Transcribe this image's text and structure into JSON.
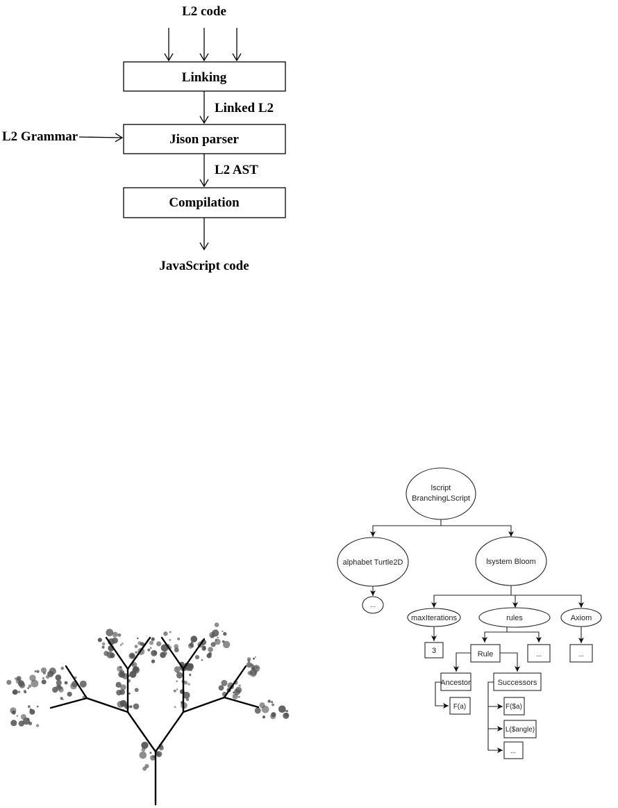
{
  "pipeline": {
    "input_label": "L2 code",
    "grammar_label": "L2 Grammar",
    "stages": [
      "Linking",
      "Jison parser",
      "Compilation"
    ],
    "edge_labels": [
      "Linked L2",
      "L2 AST"
    ],
    "output_label": "JavaScript code"
  },
  "ast_tree": {
    "root_line1": "lscript",
    "root_line2": "BranchingLScript",
    "alphabet": "alphabet Turtle2D",
    "alphabet_child": "...",
    "lsystem": "lsystem Bloom",
    "max_iterations": "maxIterations",
    "max_iterations_value": "3",
    "rules": "rules",
    "rules_more": "...",
    "axiom": "Axiom",
    "axiom_value": "...",
    "rule": "Rule",
    "ancestor": "Ancestor",
    "ancestor_value": "F(a)",
    "successors": "Successors",
    "successor_values": [
      "F($a)",
      "L($angle)",
      "..."
    ]
  },
  "tree_render": {
    "branch_color": "#000000",
    "leaf_color": "#555555"
  }
}
